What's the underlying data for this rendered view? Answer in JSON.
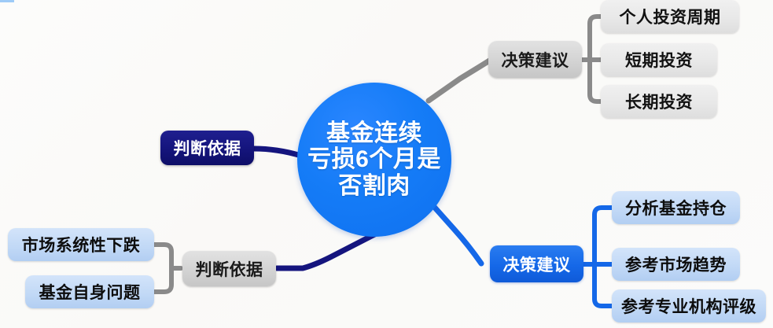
{
  "diagram": {
    "type": "mind-map",
    "background_color": "#fbfbfa",
    "central": {
      "lines": [
        "基金连续",
        "亏损6个月是",
        "否割肉"
      ],
      "full_text": "基金连续亏损6个月是否割肉",
      "color": "#157cf7",
      "text_color": "#ffffff"
    },
    "branches": [
      {
        "id": "top-right",
        "label": "决策建议",
        "node_color": "#d4d4d4",
        "text_color": "#1a1a1a",
        "edge_color": "#8a8a8a",
        "children": [
          {
            "label": "个人投资周期",
            "color": "#e8e8e8"
          },
          {
            "label": "短期投资",
            "color": "#e8e8e8"
          },
          {
            "label": "长期投资",
            "color": "#e8e8e8"
          }
        ]
      },
      {
        "id": "bottom-right",
        "label": "决策建议",
        "node_color": "#1568e8",
        "text_color": "#ffffff",
        "edge_color": "#1568e8",
        "children": [
          {
            "label": "分析基金持仓",
            "color": "#c2d9f6"
          },
          {
            "label": "参考市场趋势",
            "color": "#c2d9f6"
          },
          {
            "label": "参考专业机构评级",
            "color": "#c2d9f6"
          }
        ]
      },
      {
        "id": "middle-left",
        "label": "判断依据",
        "node_color": "#15157e",
        "text_color": "#ffffff",
        "edge_color": "#15157e",
        "children": []
      },
      {
        "id": "bottom-left",
        "label": "判断依据",
        "node_color": "#d4d4d4",
        "text_color": "#1a1a1a",
        "edge_color": "#15157e",
        "children": [
          {
            "label": "市场系统性下跌",
            "color": "#c2d9f6"
          },
          {
            "label": "基金自身问题",
            "color": "#c2d9f6"
          }
        ]
      }
    ]
  }
}
